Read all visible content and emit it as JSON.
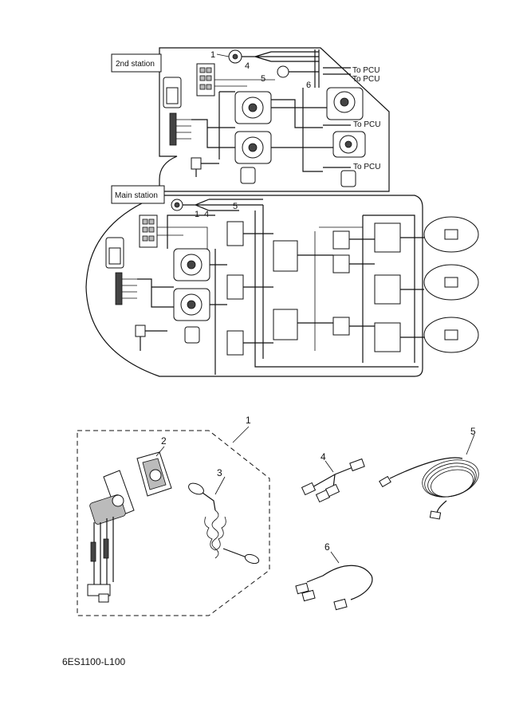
{
  "diagram": {
    "station_labels": {
      "second": "2nd station",
      "main": "Main station"
    },
    "pcu_labels": [
      "To PCU",
      "To PCU",
      "To PCU",
      "To PCU"
    ],
    "callouts_second": [
      "1",
      "4",
      "5",
      "6"
    ],
    "callouts_main": [
      "1",
      "4",
      "5"
    ],
    "parts_callouts": [
      "1",
      "2",
      "3",
      "4",
      "5",
      "6"
    ],
    "footer_code": "6ES1100-L100"
  }
}
